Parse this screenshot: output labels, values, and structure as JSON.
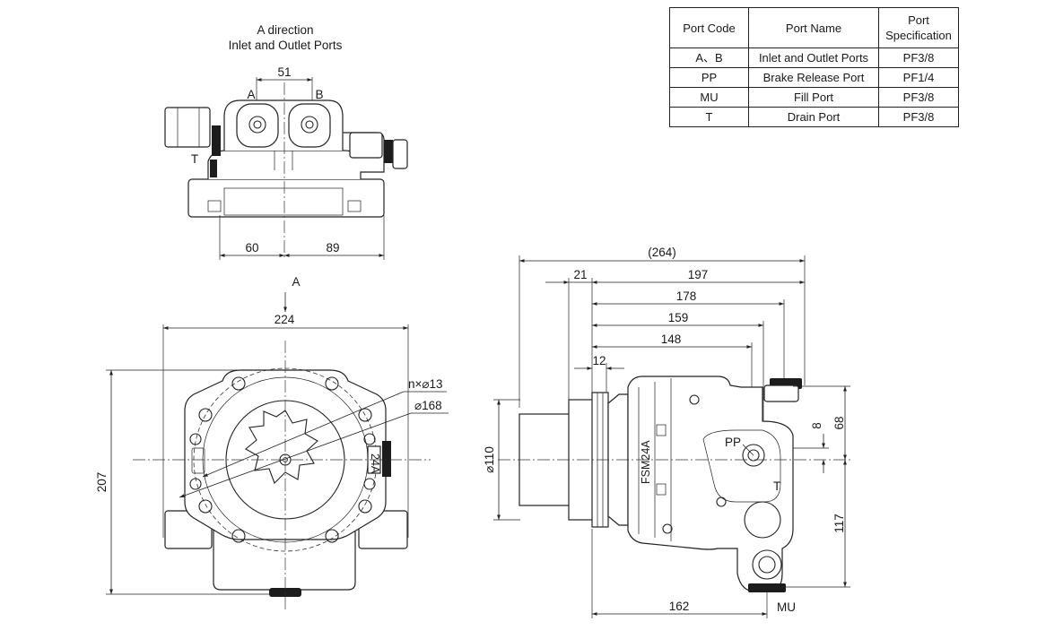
{
  "top_view": {
    "title_line1": "A direction",
    "title_line2": "Inlet and Outlet Ports",
    "dim_port_spacing": "51",
    "label_a": "A",
    "label_b": "B",
    "label_t": "T",
    "dim_left": "60",
    "dim_right": "89"
  },
  "front_view": {
    "view_arrow_label": "A",
    "dim_width": "224",
    "dim_height": "207",
    "bolt_note": "n×⌀13",
    "pcd_note": "⌀168",
    "casting_mark": "24A"
  },
  "side_view": {
    "dim_overall": "(264)",
    "dim_21": "21",
    "dim_197": "197",
    "dim_178": "178",
    "dim_159": "159",
    "dim_148": "148",
    "dim_12": "12",
    "dim_shaft_dia": "⌀110",
    "dim_8": "8",
    "dim_68": "68",
    "dim_117": "117",
    "dim_162": "162",
    "label_pp": "PP",
    "label_t": "T",
    "label_mu": "MU",
    "casting_mark": "FSM24A"
  },
  "port_table": {
    "headers": [
      "Port Code",
      "Port Name",
      "Port Specification"
    ],
    "rows": [
      {
        "code": "A、B",
        "name": "Inlet and Outlet Ports",
        "spec": "PF3/8"
      },
      {
        "code": "PP",
        "name": "Brake Release Port",
        "spec": "PF1/4"
      },
      {
        "code": "MU",
        "name": "Fill Port",
        "spec": "PF3/8"
      },
      {
        "code": "T",
        "name": "Drain Port",
        "spec": "PF3/8"
      }
    ]
  }
}
